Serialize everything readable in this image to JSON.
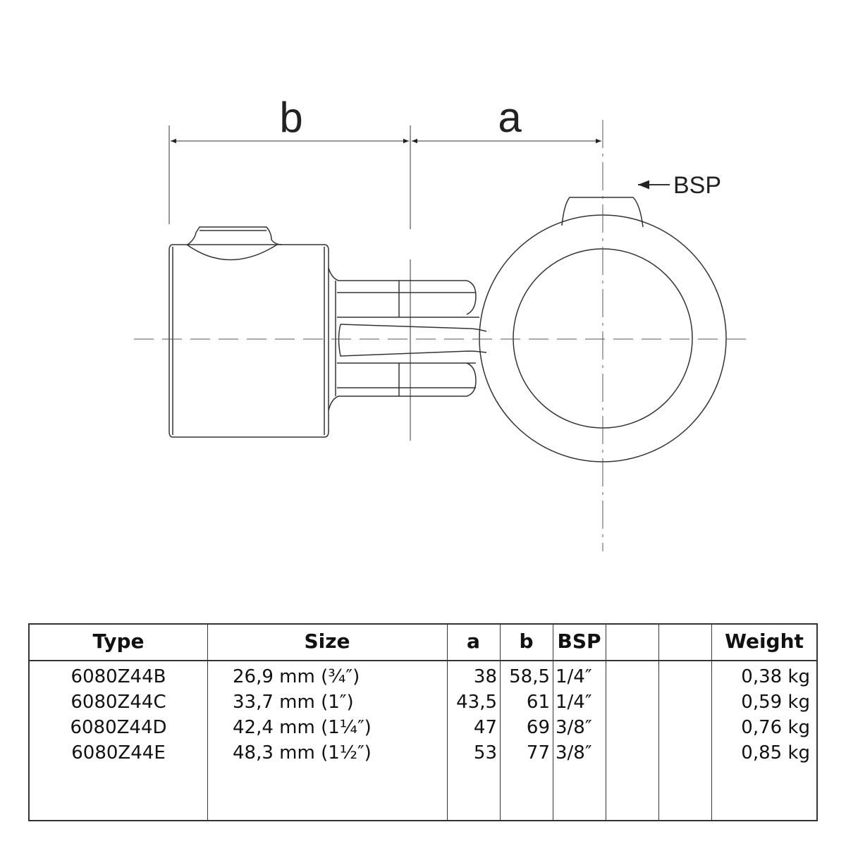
{
  "drawing": {
    "dimension_labels": {
      "b": "b",
      "a": "a"
    },
    "callout": "BSP"
  },
  "table": {
    "headers": [
      "Type",
      "Size",
      "a",
      "b",
      "BSP",
      "",
      "",
      "Weight"
    ],
    "rows": [
      [
        "6080Z44B",
        "26,9 mm (¾″)",
        "38",
        "58,5",
        "1/4″",
        "0,38 kg"
      ],
      [
        "6080Z44C",
        "33,7 mm (1″)",
        "43,5",
        "61",
        "1/4″",
        "0,59 kg"
      ],
      [
        "6080Z44D",
        "42,4 mm (1¼″)",
        "47",
        "69",
        "3/8″",
        "0,76 kg"
      ],
      [
        "6080Z44E",
        "48,3 mm (1½″)",
        "53",
        "77",
        "3/8″",
        "0,85 kg"
      ]
    ]
  }
}
